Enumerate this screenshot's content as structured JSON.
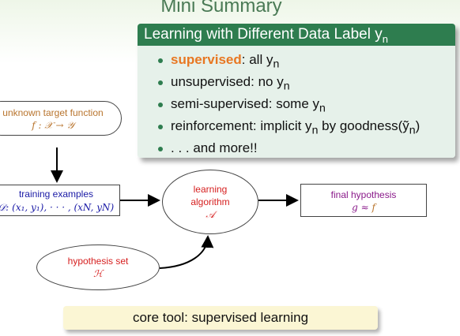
{
  "slide": {
    "title": "Mini Summary"
  },
  "block": {
    "title": "Learning with Different Data Label y",
    "title_sub": "n",
    "items": [
      {
        "lead": "supervised",
        "text": ": all y",
        "sub": "n",
        "tail": ""
      },
      {
        "lead": "",
        "text": "unsupervised: no y",
        "sub": "n",
        "tail": ""
      },
      {
        "lead": "",
        "text": "semi-supervised: some y",
        "sub": "n",
        "tail": ""
      },
      {
        "lead": "",
        "text": "reinforcement: implicit y",
        "sub": "n",
        "tail": " by goodness(ỹ",
        "tail_sub": "n",
        "tail_end": ")"
      },
      {
        "lead": "",
        "text": ". . . and more!!",
        "sub": "",
        "tail": ""
      }
    ]
  },
  "diagram": {
    "target": {
      "line1": "unknown target function",
      "line2": "f : 𝒳 → 𝒴"
    },
    "training": {
      "line1": "training examples",
      "line2": "𝒟: (x₁, y₁), · · · , (xN, yN)"
    },
    "algorithm": {
      "line1": "learning",
      "line2": "algorithm",
      "line3": "𝒜"
    },
    "final": {
      "line1": "final hypothesis",
      "g": "g ≈ ",
      "f": "f"
    },
    "hypothesis": {
      "line1": "hypothesis set",
      "line2": "ℋ"
    }
  },
  "core": {
    "text": "core tool: supervised learning"
  },
  "colors": {
    "block_title_bg": "#2e7d4f",
    "block_body_bg": "#e6f1ea",
    "highlight": "#e87722",
    "algorithm_text": "#d62020",
    "training_text": "#1a1aa6",
    "final_text": "#8a1a8a",
    "target_text": "#b8742d",
    "core_bg": "#fbf6d4"
  }
}
